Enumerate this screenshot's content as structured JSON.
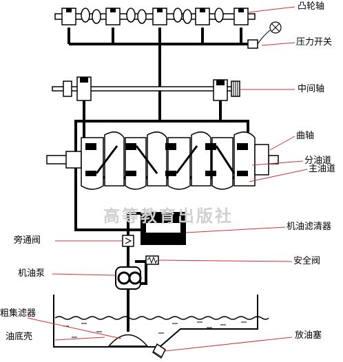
{
  "watermark": "高等教育出版社",
  "colors": {
    "oil_line": "#000000",
    "leader_line": "#d32f2f",
    "oil_surface": "#000000",
    "part_fill": "#ffffff",
    "part_stroke": "#000000",
    "watermark": "#d0d0d0"
  },
  "labels": {
    "camshaft": "凸轮轴",
    "pressure_switch": "压力开关",
    "intermediate_shaft": "中间轴",
    "crankshaft": "曲轴",
    "branch_oil_passage": "分油道",
    "main_oil_gallery": "主油道",
    "oil_filter": "机油滤清器",
    "bypass_valve": "旁通阀",
    "safety_valve": "安全阀",
    "oil_pump": "机油泵",
    "strainer": "粗集滤器",
    "oil_pan": "油底壳",
    "drain_plug": "放油塞"
  },
  "icons": {
    "indicator_lamp": "lamp-cross-icon",
    "valve": "valve-icon",
    "pump": "gear-pump-icon"
  }
}
